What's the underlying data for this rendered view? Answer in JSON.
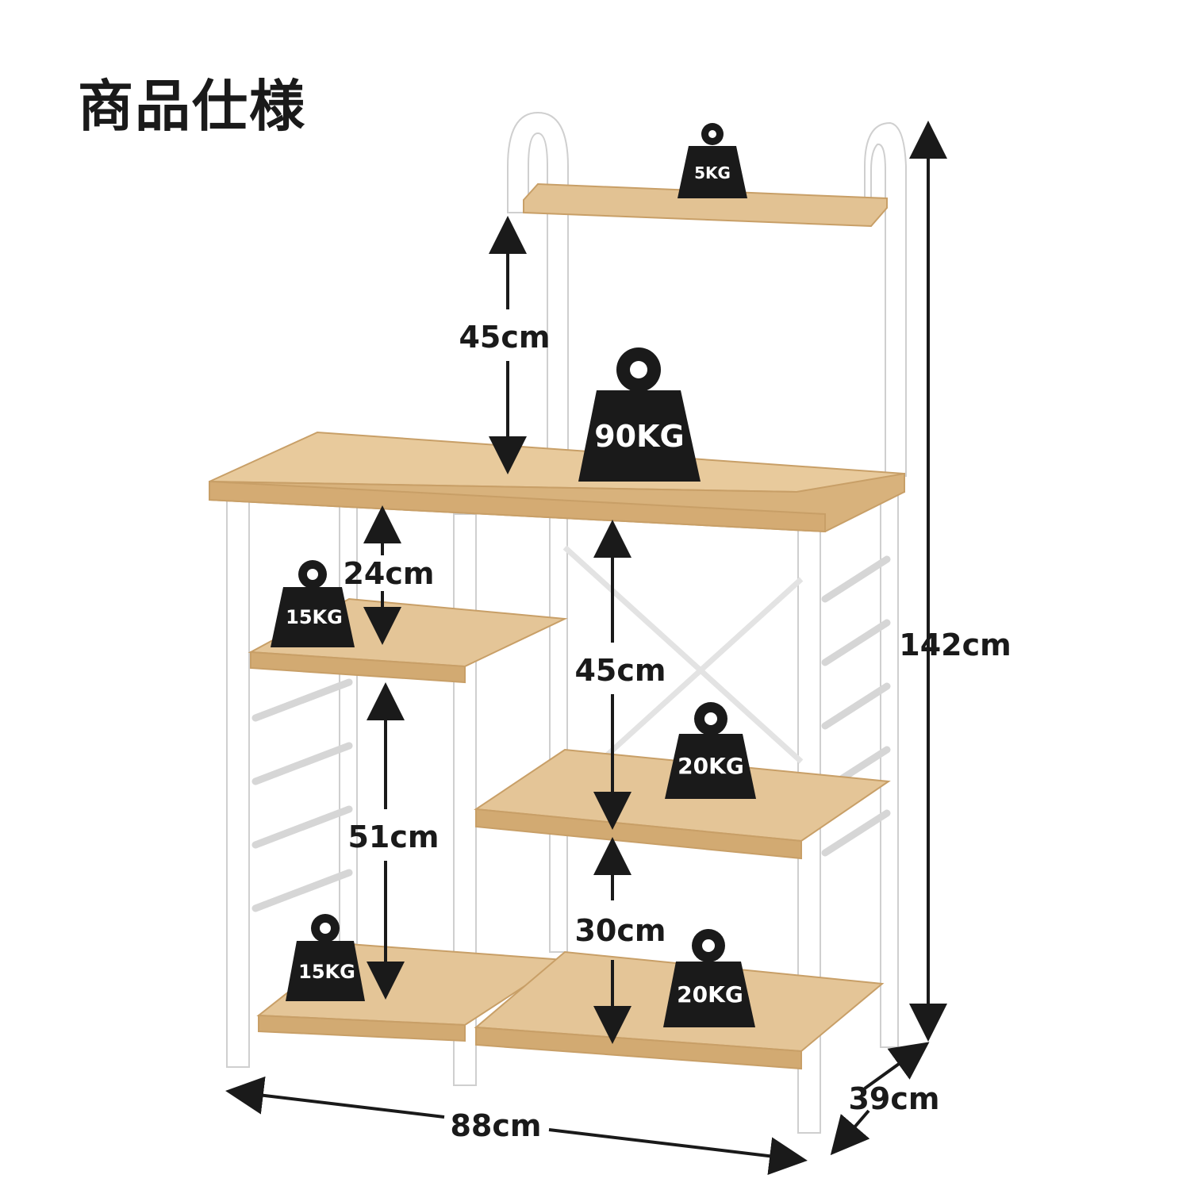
{
  "title": "商品仕様",
  "colors": {
    "wood": "#e2c293",
    "wood_edge": "#c89f67",
    "frame": "#ffffff",
    "frame_edge": "#cfcfcf",
    "ink": "#1a1a1a"
  },
  "dimensions": {
    "height_total": "142cm",
    "width": "88cm",
    "depth": "39cm",
    "top_gap": "45cm",
    "left_upper_gap": "24cm",
    "left_lower_gap": "51cm",
    "right_upper_gap": "45cm",
    "right_lower_gap": "30cm"
  },
  "weights": {
    "top_shelf": "5KG",
    "main_board": "90KG",
    "left_middle_shelf": "15KG",
    "left_bottom_shelf": "15KG",
    "right_middle_shelf": "20KG",
    "right_bottom_shelf": "20KG"
  },
  "icons": {
    "weight": "kettlebell-weight-icon",
    "arrow": "double-arrow-icon"
  }
}
